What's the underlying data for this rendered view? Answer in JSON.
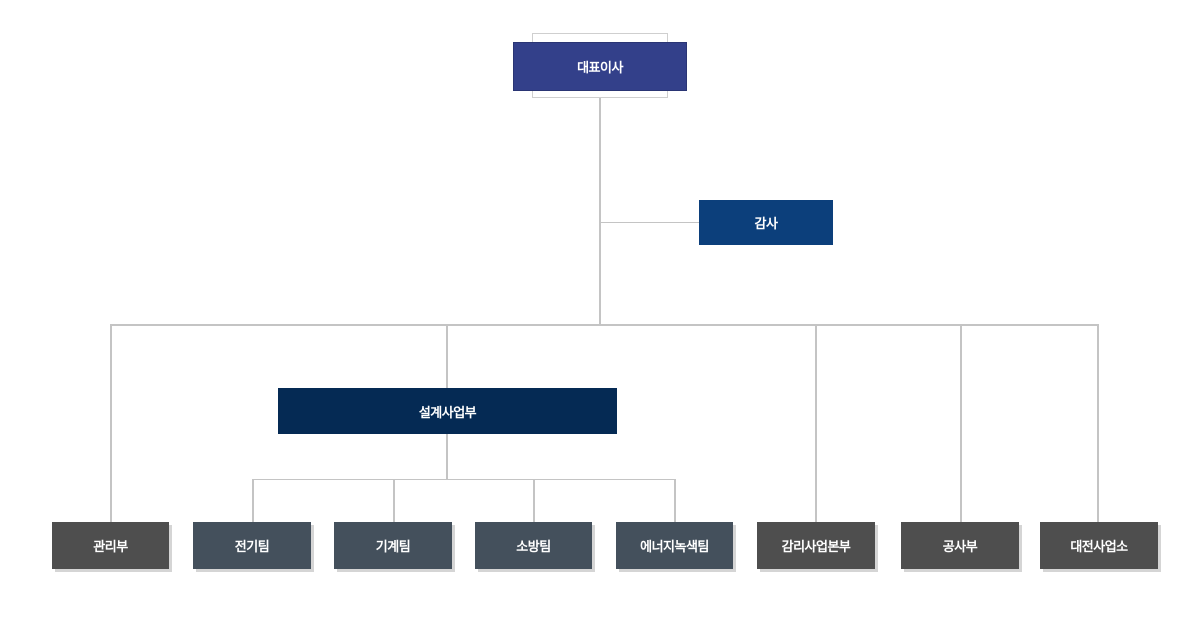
{
  "org": {
    "ceo": "대표이사",
    "auditor": "감사",
    "design_division": "설계사업부",
    "departments": {
      "management": "관리부",
      "electrical": "전기팀",
      "mechanical": "기계팀",
      "fire": "소방팀",
      "energy": "에너지녹색팀",
      "supervision": "감리사업본부",
      "construction": "공사부",
      "daejeon": "대전사업소"
    }
  },
  "colors": {
    "ceo": "#33408a",
    "auditor": "#0c3f7b",
    "division": "#052a54",
    "team": "#44505c",
    "department": "#4e4e4e",
    "connector": "#c4c4c4"
  }
}
